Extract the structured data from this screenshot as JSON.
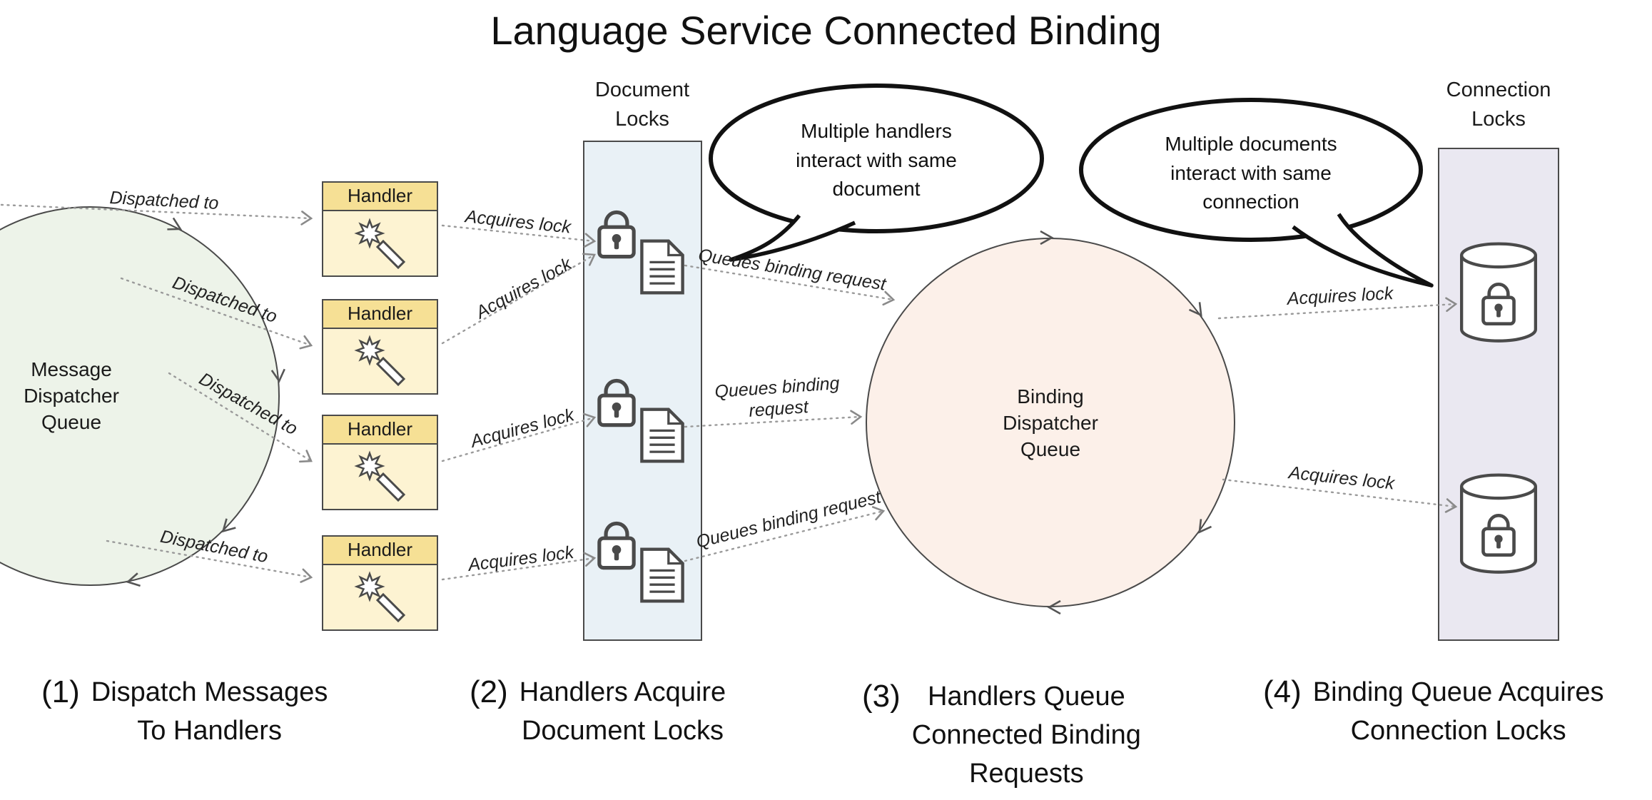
{
  "title": "Language Service Connected Binding",
  "message_queue": {
    "lines": [
      "Message",
      "Dispatcher",
      "Queue"
    ]
  },
  "binding_queue": {
    "lines": [
      "Binding",
      "Dispatcher",
      "Queue"
    ]
  },
  "document_locks": {
    "title_lines": [
      "Document",
      "Locks"
    ]
  },
  "connection_locks": {
    "title_lines": [
      "Connection",
      "Locks"
    ]
  },
  "handler": {
    "label": "Handler"
  },
  "bubbles": {
    "handlers": {
      "lines": [
        "Multiple handlers",
        "interact with same",
        "document"
      ]
    },
    "documents": {
      "lines": [
        "Multiple documents",
        "interact with same",
        "connection"
      ]
    }
  },
  "edges": {
    "dispatched_to": "Dispatched to",
    "acquires_lock": "Acquires lock",
    "queues_binding_request": "Queues binding request",
    "queues_binding_line1": "Queues binding",
    "queues_binding_line2": "request"
  },
  "captions": [
    {
      "number": "(1)",
      "lines": [
        "Dispatch Messages",
        "To Handlers"
      ]
    },
    {
      "number": "(2)",
      "lines": [
        "Handlers Acquire",
        "Document Locks"
      ]
    },
    {
      "number": "(3)",
      "lines": [
        "Handlers Queue",
        "Connected Binding",
        "Requests"
      ]
    },
    {
      "number": "(4)",
      "lines": [
        "Binding Queue Acquires",
        "Connection Locks"
      ]
    }
  ],
  "colors": {
    "handler_header": "#f6e095",
    "handler_body": "#fdf3d2",
    "document_locks_panel": "#e9f1f6",
    "connection_locks_panel": "#eae8f1",
    "message_queue_fill": "#edf3e9",
    "binding_queue_fill": "#fcf0e9",
    "outline": "#4a4a4a",
    "arrow": "#9a9a9a",
    "bubble_border": "#111111"
  }
}
